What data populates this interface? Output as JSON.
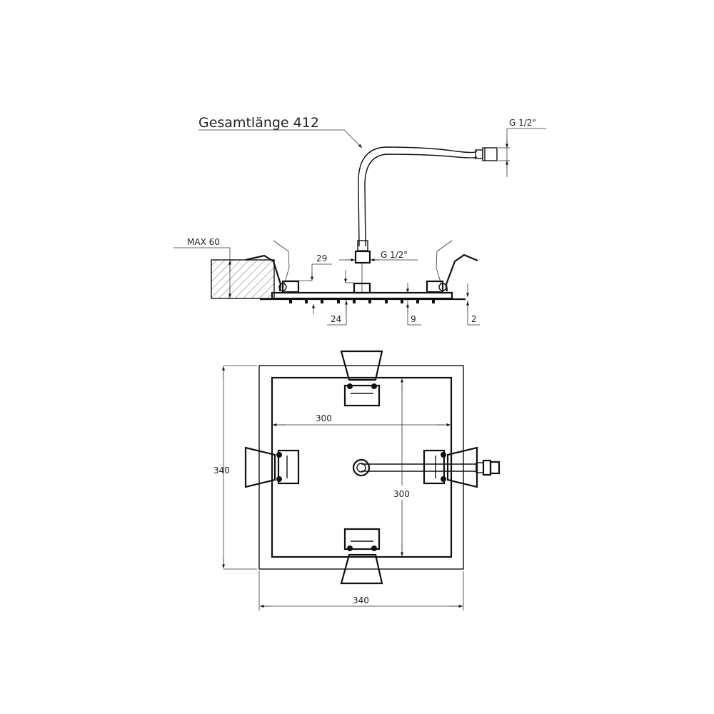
{
  "side_view": {
    "hose_length_label": "Gesamtlänge 412",
    "hose_thread_label": "G 1/2\"",
    "wall_max_label": "MAX 60",
    "dim_29": "29",
    "inlet_thread_label": "G 1/2\"",
    "dim_24": "24",
    "dim_9": "9",
    "dim_2": "2"
  },
  "top_view": {
    "outer_width": "340",
    "outer_height": "340",
    "inner_width": "300",
    "inner_height": "300"
  },
  "colors": {
    "line": "#111111",
    "background": "#ffffff"
  }
}
